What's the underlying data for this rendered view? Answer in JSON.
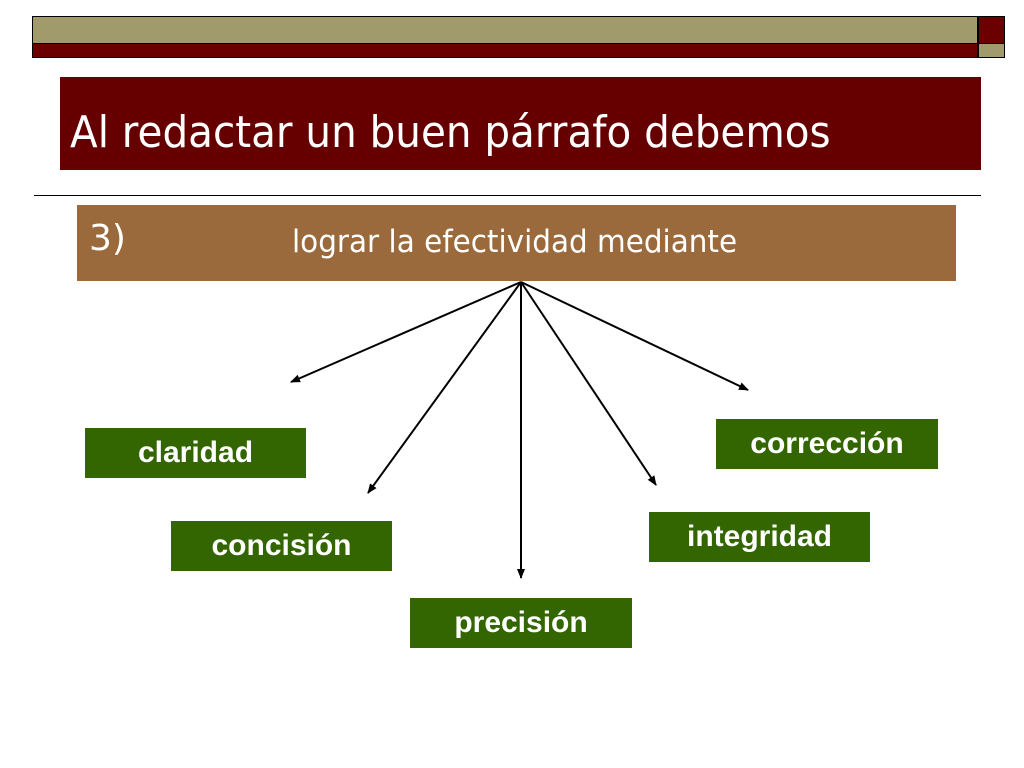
{
  "title": "Al redactar un buen párrafo debemos",
  "subtitle": {
    "number": "3)",
    "text": "lograr la efectividad mediante"
  },
  "nodes": {
    "claridad": "claridad",
    "concision": "concisión",
    "precision": "precisión",
    "integridad": "integridad",
    "correccion": "corrección"
  },
  "colors": {
    "title_bg": "#660000",
    "subtitle_bg": "#9b6a3c",
    "node_bg": "#336600",
    "bar_olive": "#a09a6c",
    "bar_red": "#6b0000"
  }
}
